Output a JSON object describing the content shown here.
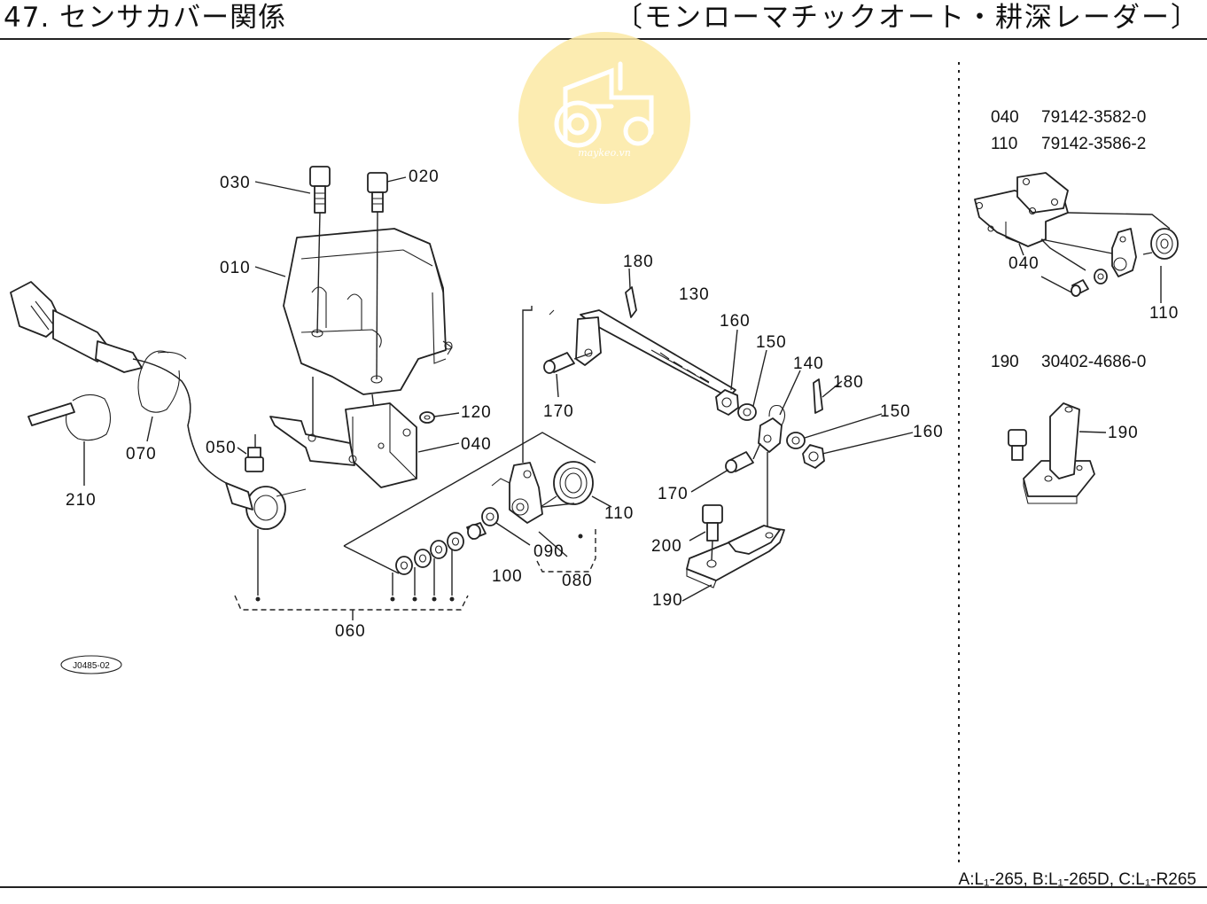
{
  "header": {
    "title": "47. センサカバー関係",
    "variant": "〔モンローマチックオート・耕深レーダー〕"
  },
  "watermark": {
    "text": "maykeo.vn"
  },
  "callouts": {
    "c010": "010",
    "c020": "020",
    "c030": "030",
    "c040": "040",
    "c050": "050",
    "c060": "060",
    "c070": "070",
    "c080": "080",
    "c090": "090",
    "c100": "100",
    "c110": "110",
    "c120": "120",
    "c130": "130",
    "c140": "140",
    "c150a": "150",
    "c150b": "150",
    "c160a": "160",
    "c160b": "160",
    "c170a": "170",
    "c170b": "170",
    "c180a": "180",
    "c180b": "180",
    "c190": "190",
    "c200": "200",
    "c210": "210",
    "s040": "040",
    "s110": "110",
    "s190": "190"
  },
  "side_refs": [
    {
      "no": "040",
      "part": "79142-3582-0"
    },
    {
      "no": "110",
      "part": "79142-3586-2"
    },
    {
      "no": "190",
      "part": "30402-4686-0"
    }
  ],
  "drawing_code": "J0485-02",
  "footer": {
    "models": "A:L₁-265, B:L₁-265D, C:L₁-R265"
  }
}
